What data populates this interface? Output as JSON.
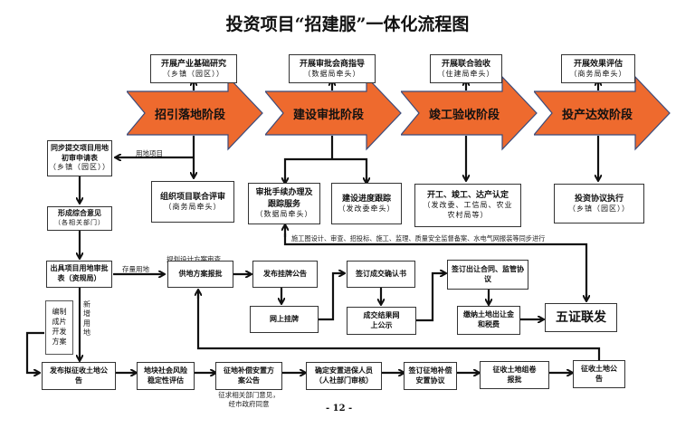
{
  "title": "投资项目“招建服”一体化流程图",
  "stage_color": "#EE6A2E",
  "stages": [
    {
      "label": "招引落地阶段",
      "top_box": {
        "title": "开展产业基础研究",
        "sub": "（乡镇（园区））"
      }
    },
    {
      "label": "建设审批阶段",
      "top_box": {
        "title": "开展审批会商指导",
        "sub": "（数据局牵头）"
      }
    },
    {
      "label": "竣工验收阶段",
      "top_box": {
        "title": "开展联合验收",
        "sub": "（住建局牵头）"
      }
    },
    {
      "label": "投产达效阶段",
      "top_box": {
        "title": "开展效果评估",
        "sub": "（商务局牵头）"
      }
    }
  ],
  "boxes": {
    "sync_submit": {
      "title": "同步提交项目用地初审申请表",
      "sub": "（乡镇（园区））"
    },
    "joint_review": {
      "title": "组织项目联合评审",
      "sub": "（商务局牵头）"
    },
    "approval_service": {
      "title": "审批手续办理及跟踪服务",
      "sub": "（数据局牵头）"
    },
    "progress_track": {
      "title": "建设进度跟踪",
      "sub": "（发改委牵头）"
    },
    "completion_cert": {
      "title": "开工、竣工、达产认定",
      "sub": "（发改委、工信局、农业农村局等）"
    },
    "agreement_exec": {
      "title": "投资协议执行",
      "sub": "（乡镇（园区））"
    },
    "opinion": {
      "title": "形成综合意见",
      "sub": "（各相关部门）"
    },
    "land_approval": {
      "title": "出具项目用地审批表（资规局）"
    },
    "supply_plan": {
      "title": "供地方案报批"
    },
    "listing_notice": {
      "title": "发布挂牌公告"
    },
    "online_listing": {
      "title": "网上挂牌"
    },
    "confirm_letter": {
      "title": "签订成交确认书"
    },
    "result_publicity": {
      "title": "成交结果网上公示"
    },
    "contract": {
      "title": "签订出让合同、监管协议"
    },
    "pay_fees": {
      "title": "缴纳土地出让金和税费"
    },
    "five_certs": {
      "title": "五证联发"
    },
    "dev_plan": {
      "title": "编制成片开发方案"
    },
    "pre_notice": {
      "title": "发布拟征收土地公告"
    },
    "risk_eval": {
      "title": "地块社会风险稳定性评估"
    },
    "compensation_plan": {
      "title": "征地补偿安置方案公告"
    },
    "insured_persons": {
      "title": "确定安置进保人员（人社部门审核）"
    },
    "compensation_agreement": {
      "title": "签订征地补偿安置协议"
    },
    "volume_approval": {
      "title": "征收土地组卷报批"
    },
    "expropriation_notice": {
      "title": "征收土地公告"
    }
  },
  "labels": {
    "land_project": "用地项目",
    "parallel_note": "施工图设计、审查、招投标、施工、监理、质量安全监督备案、水电气网报装等同步进行",
    "planning_review": "规划设计方案审查",
    "existing_land": "存量用地",
    "new_land": "新增用地",
    "solicit_opinion": "征求相关部门意见，经市政府同意"
  },
  "page_number": "- 12 -"
}
